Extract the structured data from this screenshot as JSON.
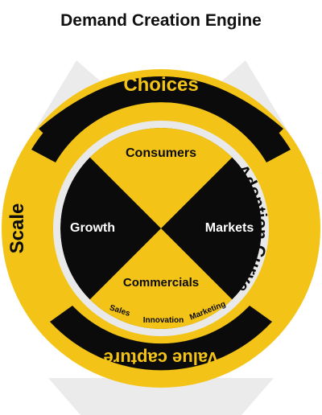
{
  "title": "Demand Creation Engine",
  "colors": {
    "yellow": "#f3c417",
    "black": "#0b0b0b",
    "ring_gap": "#e9e9e9",
    "backdrop": "#ebebeb"
  },
  "outer_ring": {
    "top": "Choices",
    "right": "Adoption Curve",
    "bottom": "Value capture",
    "left": "Scale"
  },
  "inner_quadrants": {
    "top": "Consumers",
    "right": "Markets",
    "bottom": "Commercials",
    "left": "Growth"
  },
  "commercials_sub": {
    "left": "Sales",
    "middle": "Innovation",
    "right": "Marketing"
  }
}
